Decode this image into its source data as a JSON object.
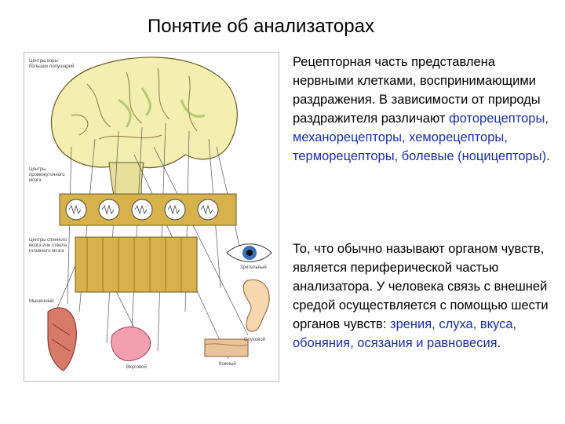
{
  "slide": {
    "title": "Понятие об анализаторах",
    "paragraph1": {
      "text_start": "Рецепторная часть представлена нервными клетками, воспринимающими раздражения. В зависимости от природы раздражителя различают ",
      "highlight_1": "фоторецепторы, механорецепторы, хеморецепторы, терморецепторы, болевые (ноцицепторы)",
      "text_end": "."
    },
    "paragraph2": {
      "text_start": "То, что обычно называют органом чувств, является периферической частью анализатора. У человека связь с внешней средой осуществляется с помощью шести органов чувств: ",
      "highlight_2": "зрения, слуха, вкуса, обоняния, осязания и равновесия",
      "text_end": "."
    }
  },
  "figure_labels": {
    "cortex_1": "Центры коры",
    "cortex_2": "больших полушарий",
    "diencephalon_1": "Центры",
    "diencephalon_2": "промежуточного",
    "diencephalon_3": "мозга",
    "brainstem_1": "Центры спинного",
    "brainstem_2": "мозга или ствола",
    "brainstem_3": "головного мозга",
    "visual": "Зрительный",
    "auditory": "Слуховой",
    "muscle": "Мышечный",
    "taste": "Вкусовой",
    "skin": "Кожный"
  },
  "colors": {
    "highlight": "#1a2fa6",
    "band_fill": "#d7b24a",
    "brain_fill": "#f3efb0"
  }
}
